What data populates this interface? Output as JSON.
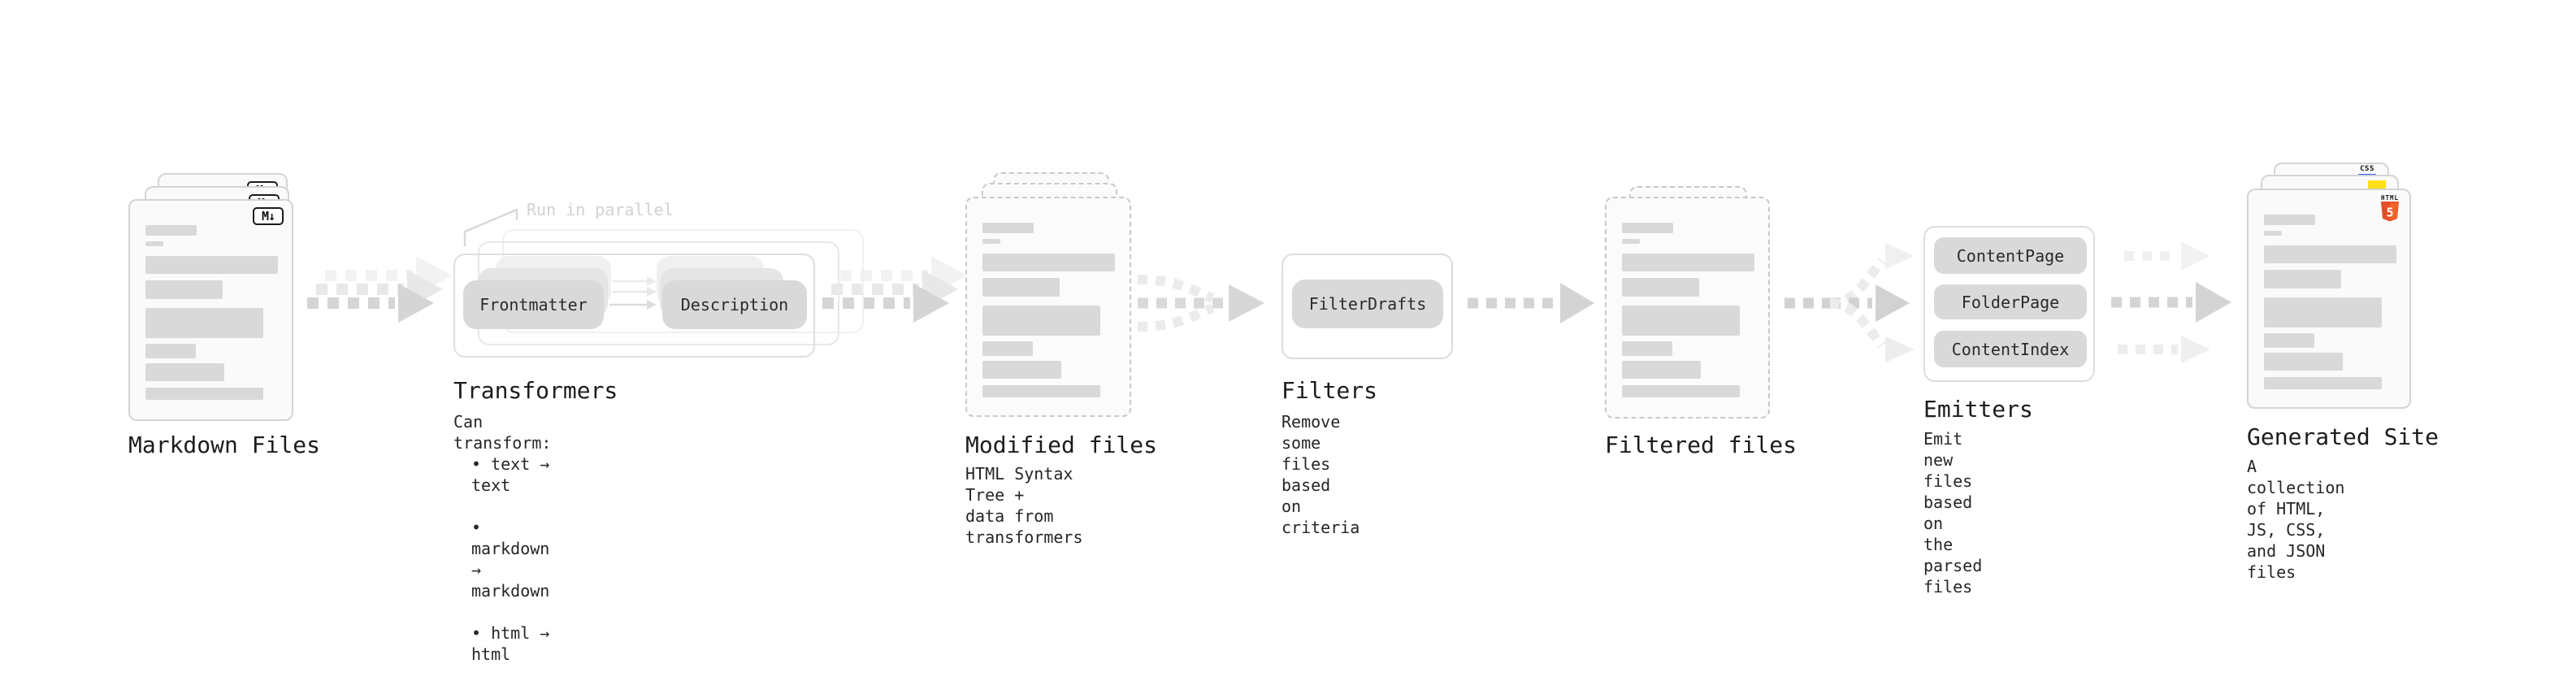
{
  "stages": {
    "markdown": {
      "label": "Markdown Files",
      "file_badge": "M↓"
    },
    "transformers": {
      "label": "Transformers",
      "annotation": "Run in parallel",
      "pill_left": "Frontmatter",
      "pill_right": "Description",
      "desc_title": "Can transform:",
      "bullets": [
        "• text → text",
        "• markdown → markdown",
        "• html → html"
      ]
    },
    "modified": {
      "label": "Modified files",
      "sublabel": "HTML Syntax Tree +\ndata from transformers"
    },
    "filters": {
      "label": "Filters",
      "pill": "FilterDrafts",
      "sublabel": "Remove some files based\non criteria"
    },
    "filtered": {
      "label": "Filtered files"
    },
    "emitters": {
      "label": "Emitters",
      "pills": [
        "ContentPage",
        "FolderPage",
        "ContentIndex"
      ],
      "sublabel": "Emit new files based on\nthe parsed files"
    },
    "generated": {
      "label": "Generated Site",
      "sublabel": "A collection of HTML,\nJS, CSS, and JSON files",
      "css_badge": "CSS",
      "html5_word": "HTML",
      "html5_numeral": "5"
    }
  },
  "colors": {
    "card_fill": "#fafafa",
    "card_border": "#d4d4d4",
    "skeleton_bar": "#d9d9d9",
    "pill_fill": "#d9d9d9",
    "arrow_main": "#d5d5d5",
    "arrow_light": "#e8e8e8",
    "arrow_lighter": "#f2f2f2",
    "annotation_text": "#d2d2d2",
    "css_accent": "#2962ff",
    "js_accent": "#ffe014",
    "html5_accent": "#e44d26",
    "html5_accent_light": "#f16529"
  }
}
